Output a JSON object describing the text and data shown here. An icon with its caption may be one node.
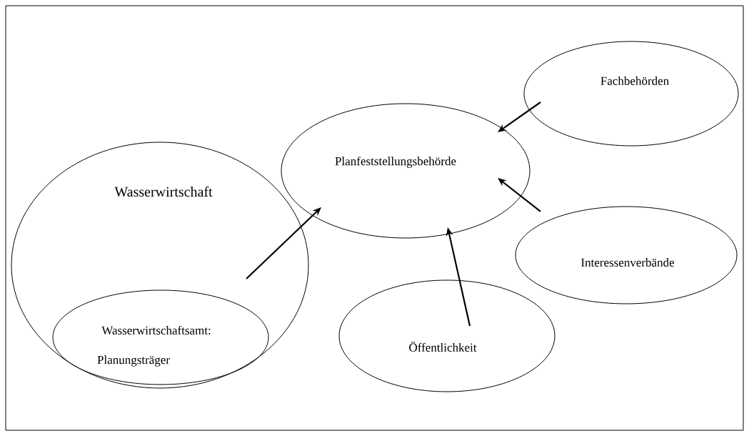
{
  "diagram": {
    "nodes": [
      {
        "text": [
          "Wasserwirtschaft"
        ]
      },
      {
        "text": [
          "Wasserwirtschaftsamt:",
          "Planungsträger"
        ],
        "in": 0
      },
      {
        "text": [
          "Planfeststellungsbehörde"
        ]
      },
      {
        "text": [
          "Fachbehörden"
        ]
      },
      {
        "text": [
          "Interessenverbände"
        ]
      },
      {
        "text": [
          "Öffentlichkeit"
        ]
      }
    ],
    "edges": [
      {
        "from": 1,
        "to": 2,
        "arrow": "to"
      },
      {
        "from": 3,
        "to": 2,
        "arrow": "to"
      },
      {
        "from": 4,
        "to": 2,
        "arrow": "to"
      },
      {
        "from": 5,
        "to": 2,
        "arrow": "to"
      }
    ]
  }
}
